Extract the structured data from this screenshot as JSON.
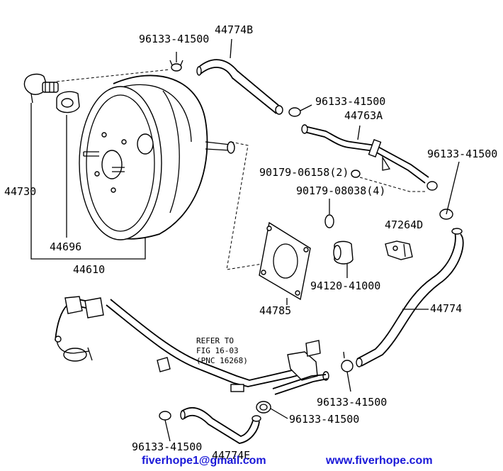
{
  "labels": {
    "clamp_top": "96133-41500",
    "hose_b": "44774B",
    "clamp_right1": "96133-41500",
    "pipe_a": "44763A",
    "clamp_right2": "96133-41500",
    "bolt_1": "90179-06158(2)",
    "bolt_2": "90179-08038(4)",
    "check_valve": "44730",
    "grommet": "44696",
    "booster": "44610",
    "bracket": "47264D",
    "gasket": "44785",
    "cushion": "94120-41000",
    "hose_main": "44774",
    "refer_1": "REFER TO",
    "refer_2": "FIG 16-03",
    "refer_3": "(PNC 16268)",
    "clamp_bottom_right": "96133-41500",
    "clamp_bottom_mid": "96133-41500",
    "clamp_bottom_left": "96133-41500",
    "hose_e": "44774E"
  },
  "footer": {
    "email": "fiverhope1@gmail.com",
    "website": "www.fiverhope.com"
  },
  "colors": {
    "footer_text": "#1a18d8",
    "line": "#000000"
  }
}
